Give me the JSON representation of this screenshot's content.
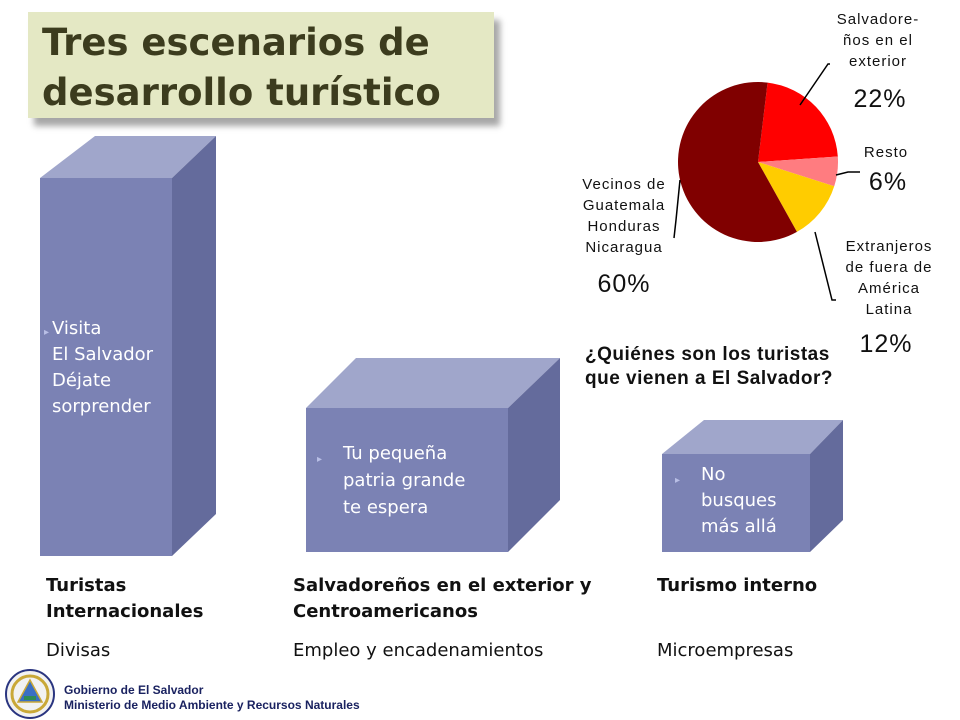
{
  "title": "Tres escenarios de\ndesarrollo turístico",
  "scenarios": [
    {
      "bullet_lines": [
        "Visita",
        "El Salvador",
        "Déjate",
        "sorprender"
      ],
      "heading": "Turistas\nInternacionales",
      "subtitle": "Divisas"
    },
    {
      "bullet_lines": [
        "Tu pequeña",
        "patria grande",
        "te espera"
      ],
      "heading": "Salvadoreños en el exterior y\nCentroamericanos",
      "subtitle": "Empleo y encadenamientos"
    },
    {
      "bullet_lines": [
        "No",
        "busques",
        "más allá"
      ],
      "heading": "Turismo interno",
      "subtitle": "Microempresas"
    }
  ],
  "chart_data": {
    "type": "pie",
    "slices": [
      {
        "label": "Salvadore-\nños en el\nexterior",
        "value": 22,
        "pct_label": "22%",
        "color": "#ff0000"
      },
      {
        "label": "Resto",
        "value": 6,
        "pct_label": "6%",
        "color": "#ff7c80"
      },
      {
        "label": "Extranjeros\nde fuera de\nAmérica\nLatina",
        "value": 12,
        "pct_label": "12%",
        "color": "#ffcc00"
      },
      {
        "label": "Vecinos de\nGuatemala\nHonduras\nNicaragua",
        "value": 60,
        "pct_label": "60%",
        "color": "#800000"
      }
    ]
  },
  "question": "¿Quiénes son los turistas\nque vienen a El Salvador?",
  "footer": {
    "line1": "Gobierno de El Salvador",
    "line2": "Ministerio de Medio Ambiente y Recursos Naturales"
  },
  "colors": {
    "box_front": "#7b82b4",
    "box_top": "#a0a6cb",
    "box_side": "#646b9c",
    "title_bg": "#e4e8c4"
  }
}
